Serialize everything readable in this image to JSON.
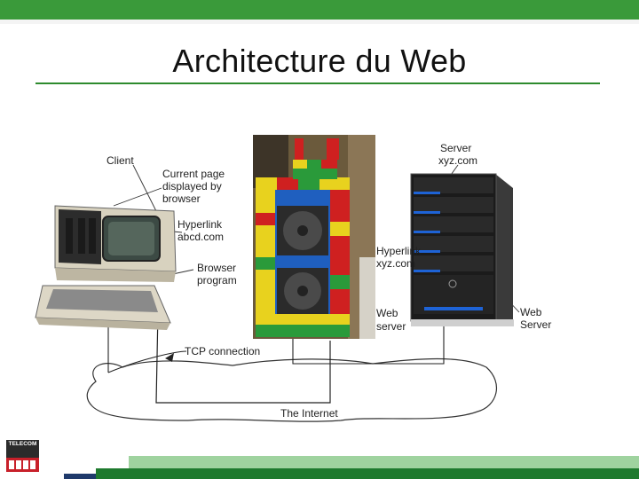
{
  "slide": {
    "title": "Architecture du Web",
    "colors": {
      "accent": "#3a9a3a",
      "accent_dark": "#1e7a2e",
      "footer_light": "#9fd39f"
    }
  },
  "diagram": {
    "labels": {
      "client": "Client",
      "current_page": [
        "Current page",
        "displayed by",
        "browser"
      ],
      "hyperlink_left": [
        "Hyperlink",
        "abcd.com"
      ],
      "browser_program": [
        "Browser",
        "program"
      ],
      "server": [
        "Server",
        "xyz.com"
      ],
      "hyperlink_right": [
        "Hyperlink",
        "xyz.com"
      ],
      "web_page": [
        "Web",
        "server"
      ],
      "web_server": [
        "Web",
        "Server"
      ],
      "tcp": "TCP connection",
      "internet": "The Internet"
    },
    "images": [
      "computer-terminal",
      "lego-server-photo",
      "tower-server"
    ]
  },
  "footer": {
    "logo_text": "TELECOM",
    "logo_icon": "telecom-logo"
  }
}
